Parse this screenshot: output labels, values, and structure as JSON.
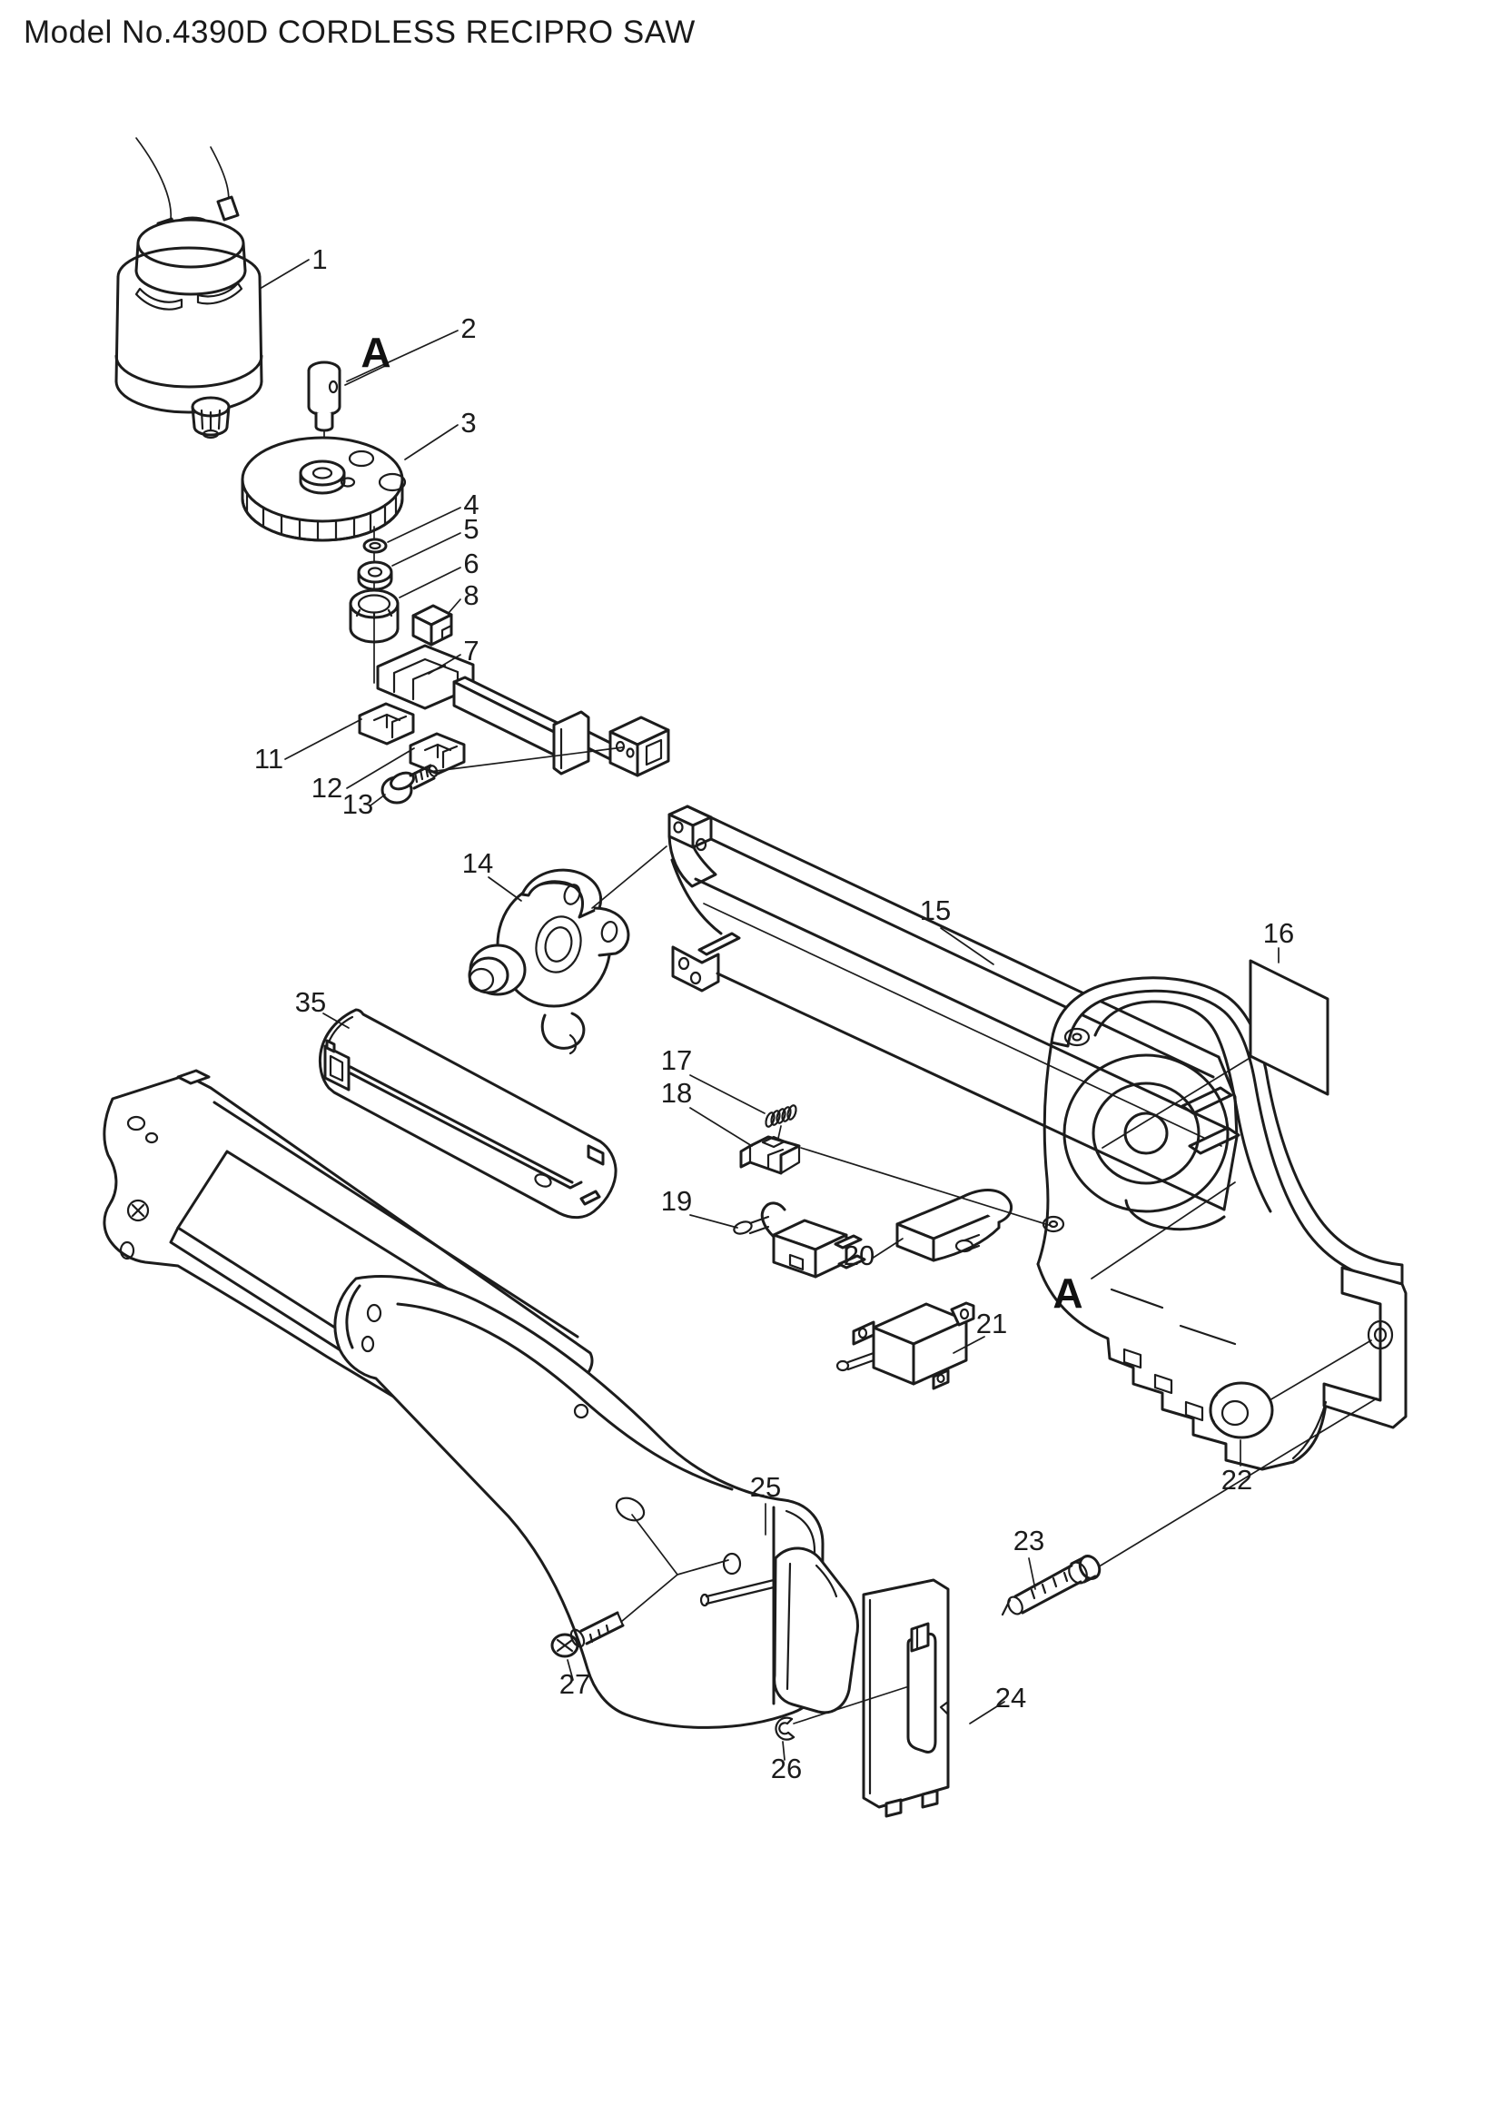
{
  "title": "Model No.4390D CORDLESS RECIPRO SAW",
  "diagram": {
    "type": "exploded-parts-diagram",
    "model": "4390D",
    "product": "CORDLESS RECIPRO SAW",
    "colors": {
      "line": "#1c1c1c",
      "background": "#ffffff"
    },
    "section_marker": "A",
    "part_numbers_shown": [
      "1",
      "2",
      "3",
      "4",
      "5",
      "6",
      "7",
      "8",
      "11",
      "12",
      "13",
      "14",
      "15",
      "16",
      "17",
      "18",
      "19",
      "20",
      "21",
      "22",
      "23",
      "24",
      "25",
      "26",
      "27",
      "35"
    ],
    "labels": {
      "p1": "1",
      "p2": "2",
      "p3": "3",
      "p4": "4",
      "p5": "5",
      "p6": "6",
      "p7": "7",
      "p8": "8",
      "p11": "11",
      "p12": "12",
      "p13": "13",
      "p14": "14",
      "p15": "15",
      "p16": "16",
      "p17": "17",
      "p18": "18",
      "p19": "19",
      "p20": "20",
      "p21": "21",
      "p22": "22",
      "p23": "23",
      "p24": "24",
      "p25": "25",
      "p26": "26",
      "p27": "27",
      "p35": "35",
      "a_upper": "A",
      "a_lower": "A"
    }
  }
}
